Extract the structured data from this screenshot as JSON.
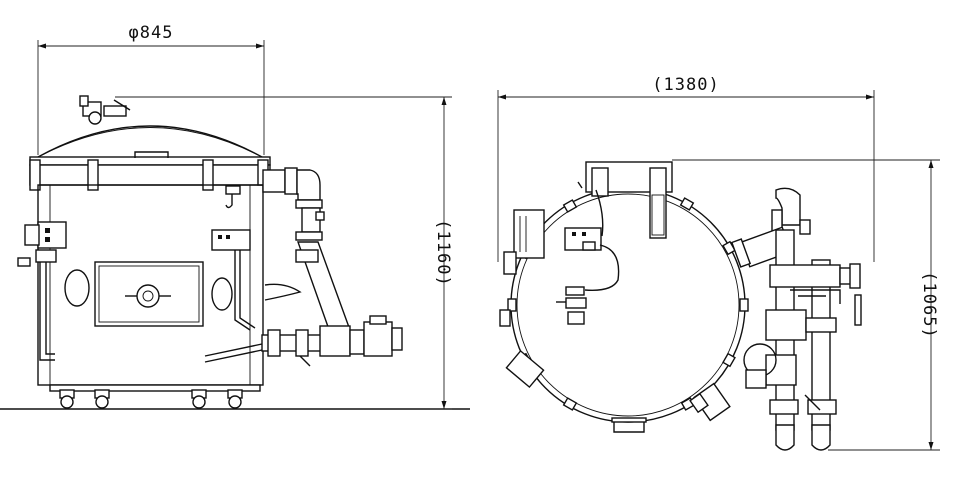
{
  "dimensions": {
    "front_width": "φ845",
    "front_height": "(1160)",
    "side_width": "(1380)",
    "side_height": "(1065)"
  }
}
